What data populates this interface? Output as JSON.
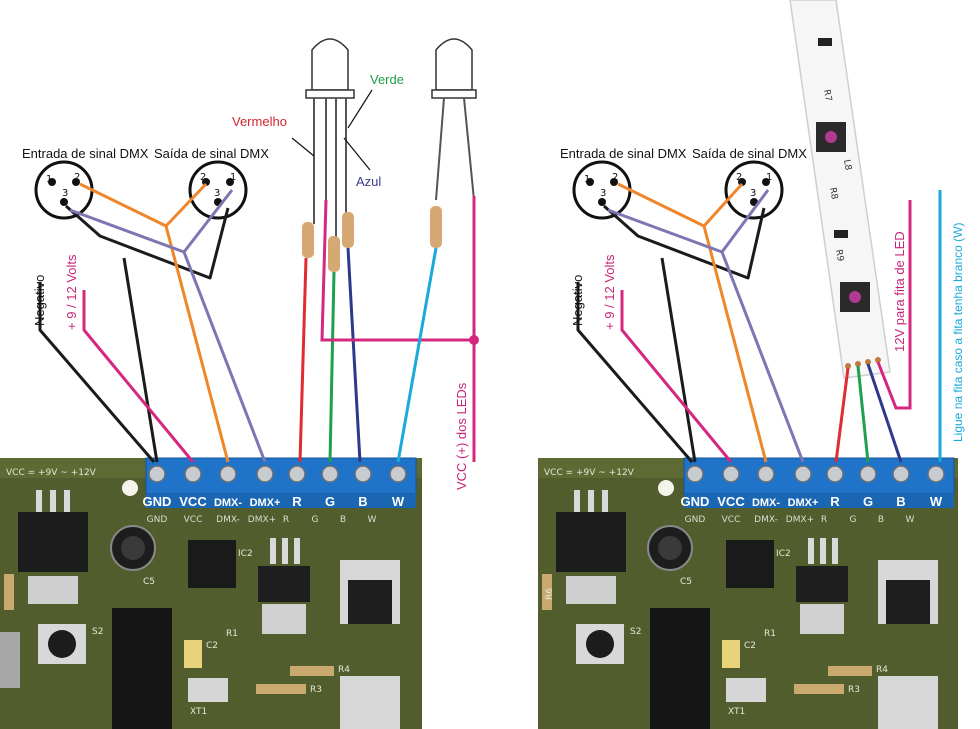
{
  "colors": {
    "black": "#1b1b1b",
    "orange": "#f0862a",
    "violet": "#7c77b3",
    "magenta": "#d6277f",
    "red": "#e02b33",
    "green": "#1ea04e",
    "blue": "#2d3a8c",
    "cyan": "#1aa9dc",
    "label_red": "#d3262d",
    "label_green": "#1f9e4b",
    "label_blue": "#3a3c8a",
    "label_magenta": "#c8247a",
    "label_cyan": "#1aa9dc",
    "board": "#4e5a2b",
    "terminal": "#1f73c8"
  },
  "connectors": {
    "input_title": "Entrada de sinal DMX",
    "output_title": "Saída de sinal DMX",
    "pin1": "1",
    "pin2": "2",
    "pin3": "3"
  },
  "wires": {
    "negative": "Negativo",
    "positive": "+ 9 / 12 Volts"
  },
  "led": {
    "red": "Vermelho",
    "green": "Verde",
    "blue": "Azul",
    "vcc_note": "VCC (+) dos LEDs"
  },
  "strip": {
    "power_note": "12V para fita de LED",
    "white_note": "Ligue na fita caso a fita tenha branco (W)",
    "r7": "R7",
    "l8": "L8",
    "r8": "R8",
    "r9": "R9"
  },
  "board": {
    "vcc_range": "VCC = +9V ~ +12V",
    "terminals": [
      "GND",
      "VCC",
      "DMX-",
      "DMX+",
      "R",
      "G",
      "B",
      "W"
    ],
    "silk": [
      "GND",
      "VCC",
      "DMX-",
      "DMX+",
      "R",
      "G",
      "B",
      "W"
    ],
    "chip_ic2": "IC2",
    "c5": "C5",
    "c2": "C2",
    "r1": "R1",
    "r3": "R3",
    "r4": "R4",
    "s2": "S2",
    "xt1": "XT1",
    "r6": "R6"
  }
}
